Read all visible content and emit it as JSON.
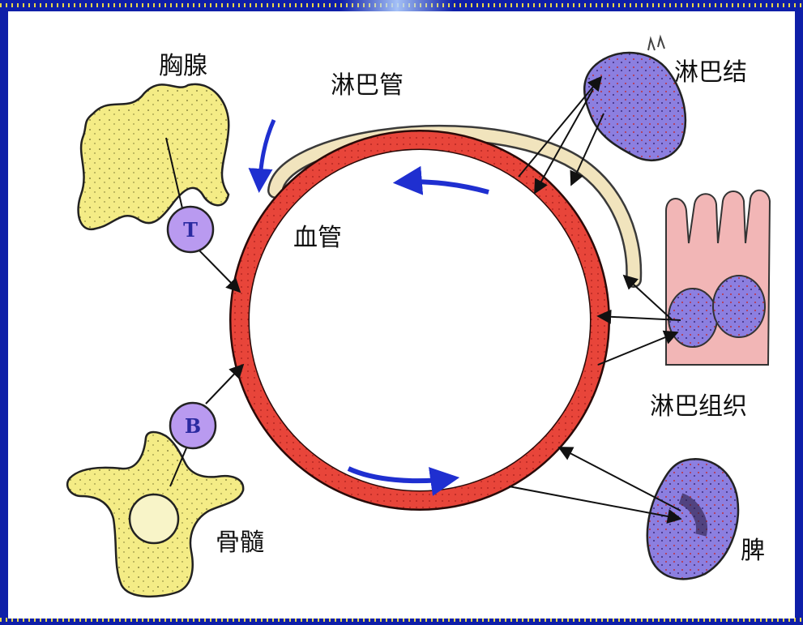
{
  "labels": {
    "thymus": "胸腺",
    "lymph_vessel": "淋巴管",
    "lymph_node": "淋巴结",
    "blood_vessel": "血管",
    "lymphoid_tissue": "淋巴组织",
    "bone_marrow": "骨髓",
    "spleen": "脾",
    "t_cell": "T",
    "b_cell": "B"
  },
  "colors": {
    "blood_vessel": "#e8453a",
    "lymph_vessel": "#f1e4bd",
    "organ_yellow": "#f4ec86",
    "lymph_purple": "#8c7fe0",
    "flow_arrow": "#1f2fd0",
    "background_frame": "#0f1fa8"
  }
}
